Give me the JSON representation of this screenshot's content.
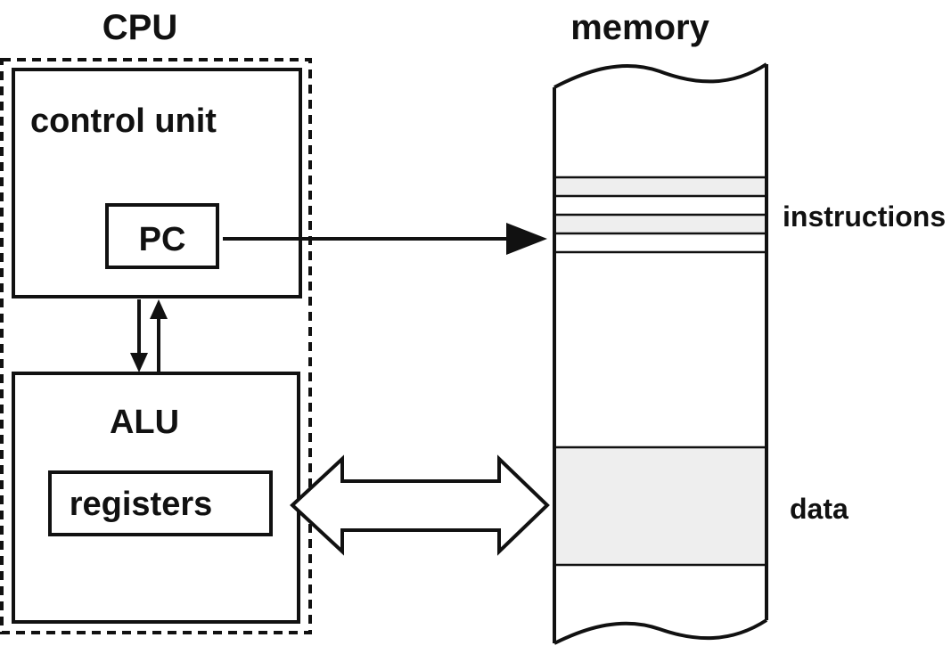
{
  "cpu": {
    "title": "CPU",
    "control_unit": {
      "label": "control unit",
      "pc_label": "PC"
    },
    "alu": {
      "label": "ALU",
      "registers_label": "registers"
    }
  },
  "memory": {
    "title": "memory",
    "instructions_label": "instructions",
    "data_label": "data"
  },
  "colors": {
    "stroke": "#111111",
    "shaded_region": "#eeeeee",
    "background": "#ffffff"
  }
}
